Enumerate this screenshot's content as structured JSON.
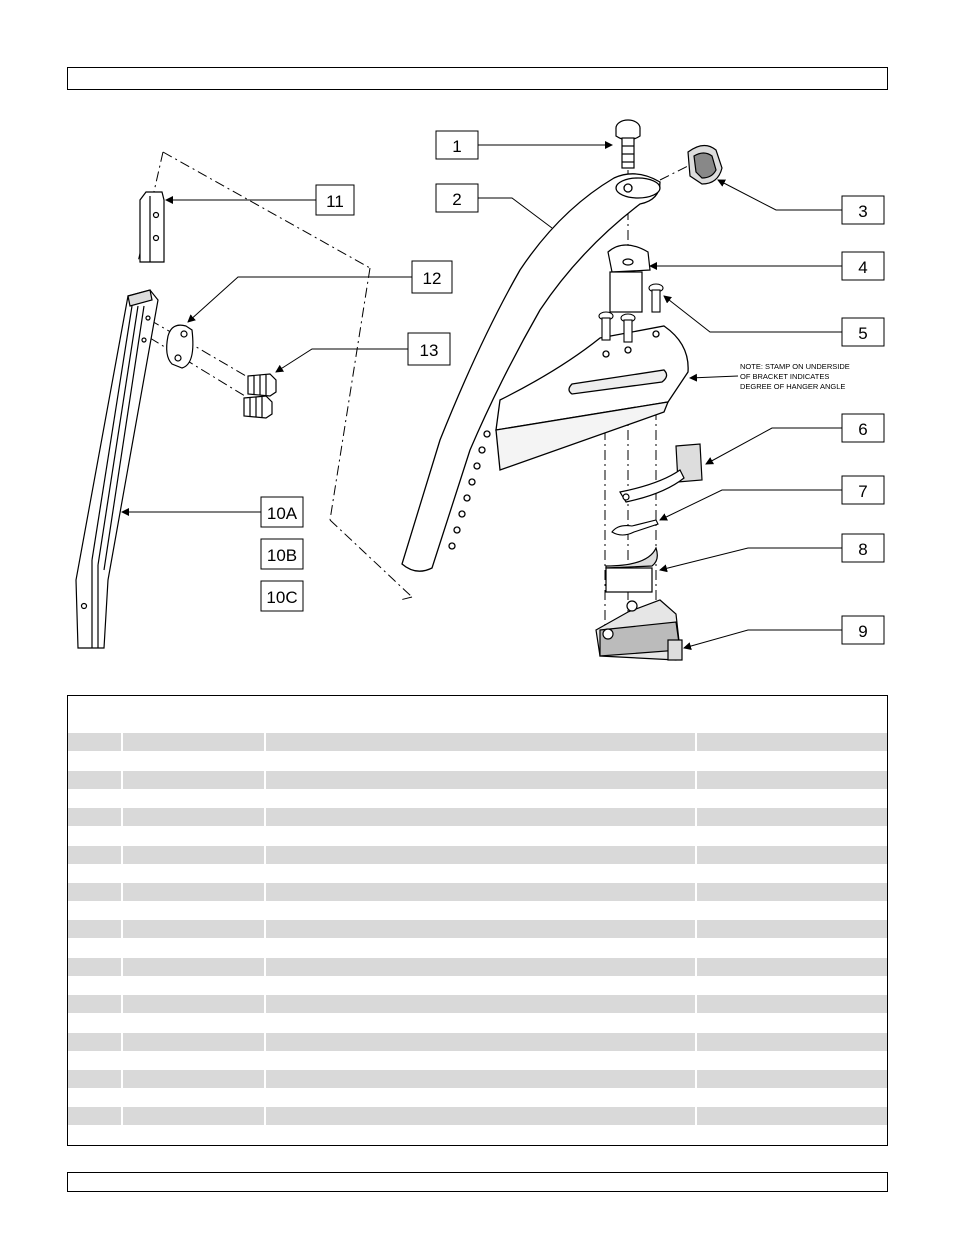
{
  "callouts": [
    {
      "id": "c1",
      "label": "1"
    },
    {
      "id": "c2",
      "label": "2"
    },
    {
      "id": "c3",
      "label": "3"
    },
    {
      "id": "c4",
      "label": "4"
    },
    {
      "id": "c5",
      "label": "5"
    },
    {
      "id": "c6",
      "label": "6"
    },
    {
      "id": "c7",
      "label": "7"
    },
    {
      "id": "c8",
      "label": "8"
    },
    {
      "id": "c9",
      "label": "9"
    },
    {
      "id": "c10a",
      "label": "10A"
    },
    {
      "id": "c10b",
      "label": "10B"
    },
    {
      "id": "c10c",
      "label": "10C"
    },
    {
      "id": "c11",
      "label": "11"
    },
    {
      "id": "c12",
      "label": "12"
    },
    {
      "id": "c13",
      "label": "13"
    }
  ],
  "note": {
    "line1": "NOTE: STAMP ON UNDERSIDE",
    "line2": "OF BRACKET INDICATES",
    "line3": "DEGREE OF HANGER ANGLE"
  },
  "table": {
    "columns": [
      "",
      "",
      "",
      ""
    ],
    "row_count": 23
  }
}
